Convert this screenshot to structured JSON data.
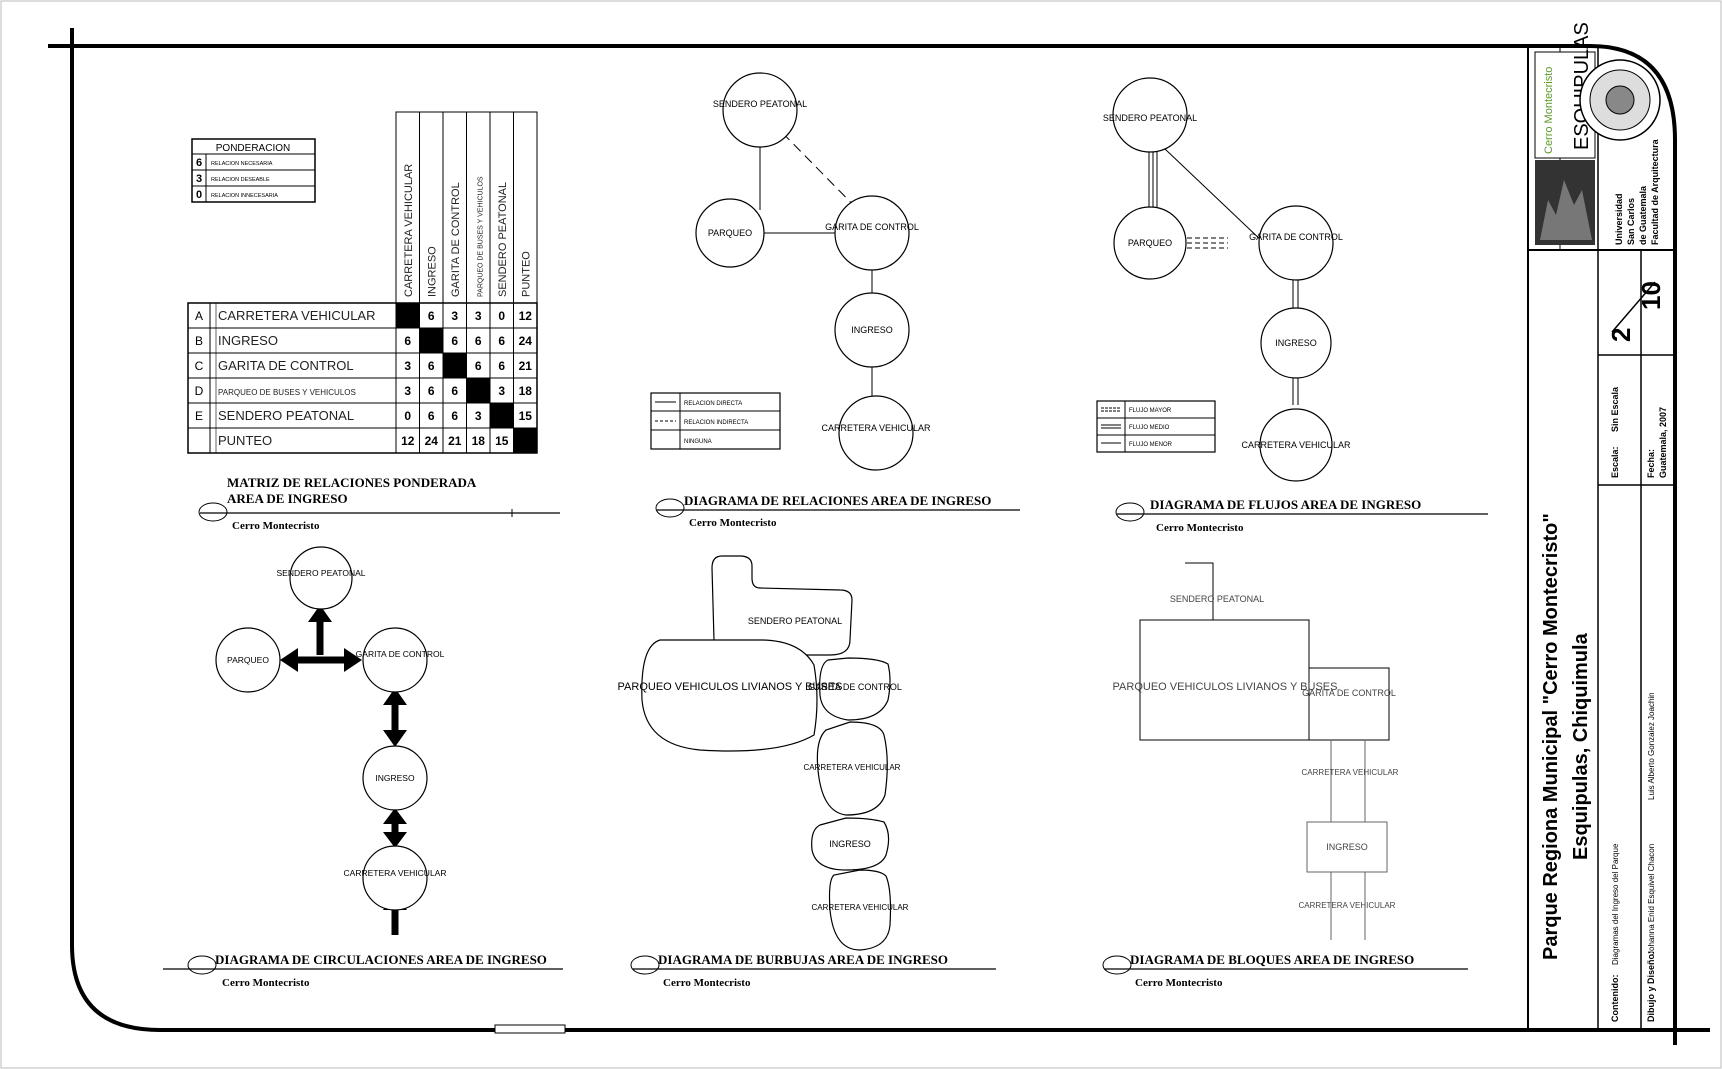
{
  "matrix": {
    "legend_title": "PONDERACION",
    "legend": [
      {
        "code": "6",
        "text": "RELACION NECESARIA"
      },
      {
        "code": "3",
        "text": "RELACION DESEABLE"
      },
      {
        "code": "0",
        "text": "RELACION INNECESARIA"
      }
    ],
    "columns": [
      "CARRETERA VEHICULAR",
      "INGRESO",
      "GARITA DE CONTROL",
      "PARQUEO DE BUSES Y VEHICULOS",
      "SENDERO PEATONAL",
      "PUNTEO"
    ],
    "rows": [
      {
        "letter": "A",
        "label": "CARRETERA VEHICULAR",
        "cells": [
          "",
          "6",
          "3",
          "3",
          "0",
          "12"
        ]
      },
      {
        "letter": "B",
        "label": "INGRESO",
        "cells": [
          "6",
          "",
          "6",
          "6",
          "6",
          "24"
        ]
      },
      {
        "letter": "C",
        "label": "GARITA DE CONTROL",
        "cells": [
          "3",
          "6",
          "",
          "6",
          "6",
          "21"
        ]
      },
      {
        "letter": "D",
        "label": "PARQUEO DE BUSES Y VEHICULOS",
        "cells": [
          "3",
          "6",
          "6",
          "",
          "3",
          "18"
        ]
      },
      {
        "letter": "E",
        "label": "SENDERO PEATONAL",
        "cells": [
          "0",
          "6",
          "6",
          "3",
          "",
          "15"
        ]
      },
      {
        "letter": "",
        "label": "PUNTEO",
        "cells": [
          "12",
          "24",
          "21",
          "18",
          "15",
          ""
        ]
      }
    ],
    "title_line1": "MATRIZ DE RELACIONES PONDERADA",
    "title_line2": "AREA DE INGRESO",
    "subtitle": "Cerro Montecristo"
  },
  "relaciones": {
    "nodes": {
      "sendero": "SENDERO PEATONAL",
      "parqueo": "PARQUEO",
      "garita": "GARITA DE CONTROL",
      "ingreso": "INGRESO",
      "carretera": "CARRETERA VEHICULAR"
    },
    "legend": [
      "RELACION DIRECTA",
      "RELACION INDIRECTA",
      "NINGUNA"
    ],
    "title": "DIAGRAMA DE RELACIONES AREA DE INGRESO",
    "subtitle": "Cerro Montecristo"
  },
  "flujos": {
    "nodes": {
      "sendero": "SENDERO PEATONAL",
      "parqueo": "PARQUEO",
      "garita": "GARITA DE CONTROL",
      "ingreso": "INGRESO",
      "carretera": "CARRETERA VEHICULAR"
    },
    "legend": [
      "FLUJO MAYOR",
      "FLUJO MEDIO",
      "FLUJO MENOR"
    ],
    "title": "DIAGRAMA DE FLUJOS  AREA DE INGRESO",
    "subtitle": "Cerro Montecristo"
  },
  "circulaciones": {
    "nodes": {
      "sendero": "SENDERO PEATONAL",
      "parqueo": "PARQUEO",
      "garita": "GARITA DE CONTROL",
      "ingreso": "INGRESO",
      "carretera": "CARRETERA VEHICULAR"
    },
    "title": "DIAGRAMA DE CIRCULACIONES AREA DE INGRESO",
    "subtitle": "Cerro Montecristo"
  },
  "burbujas": {
    "nodes": {
      "sendero": "SENDERO PEATONAL",
      "parqueo": "PARQUEO VEHICULOS LIVIANOS Y BUSES",
      "garita": "GARITA DE CONTROL",
      "carretera1": "CARRETERA VEHICULAR",
      "ingreso": "INGRESO",
      "carretera2": "CARRETERA VEHICULAR"
    },
    "title": "DIAGRAMA DE BURBUJAS  AREA DE INGRESO",
    "subtitle": "Cerro Montecristo"
  },
  "bloques": {
    "nodes": {
      "sendero": "SENDERO PEATONAL",
      "parqueo": "PARQUEO VEHICULOS LIVIANOS Y BUSES",
      "garita": "GARITA DE CONTROL",
      "carretera1": "CARRETERA VEHICULAR",
      "ingreso": "INGRESO",
      "carretera2": "CARRETERA VEHICULAR"
    },
    "title": "DIAGRAMA DE BLOQUES AREA DE INGRESO",
    "subtitle": "Cerro Montecristo"
  },
  "title_block": {
    "project_line1": "Parque Regiona Municipal \"Cerro Montecristo\"",
    "project_line2": "Esquipulas, Chiquimula",
    "logo_text": "ESQUIPULAS",
    "logo_small": "Cerro Montecristo",
    "university": [
      "Universidad",
      "San Carlos",
      "de Guatemala",
      "Facultad de Arquitectura"
    ],
    "sheet_number": "2",
    "sheet_total": "10",
    "escala_label": "Escala:",
    "escala_value": "Sin Escala",
    "fecha_label": "Fecha:",
    "fecha_value": "Guatemala, 2007",
    "contenido_label": "Contenido:",
    "contenido_value": "Diagramas del Ingreso del Parque",
    "dibujo_label": "Dibujo y Diseño:",
    "dibujo_value1": "Johanna Enid Esquivel Chacon",
    "dibujo_value2": "Luis Alberto Gonzalez Joachin"
  }
}
